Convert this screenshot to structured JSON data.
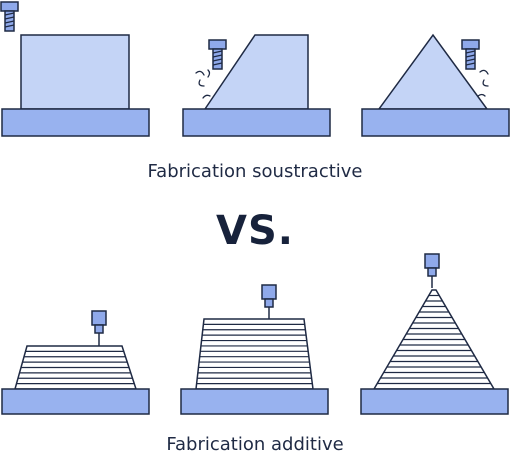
{
  "captions": {
    "subtractive": "Fabrication soustractive",
    "versus": "VS.",
    "additive": "Fabrication additive"
  },
  "colors": {
    "outline": "#1f2a44",
    "base_fill": "#98b2ef",
    "block_fill": "#c4d4f6",
    "tool_fill": "#8fa9ea",
    "layer_fill": "#ffffff"
  },
  "icons": {
    "milling_tool": "end-mill-icon",
    "print_nozzle": "extruder-nozzle-icon",
    "chips": "cutting-chips-icon"
  }
}
